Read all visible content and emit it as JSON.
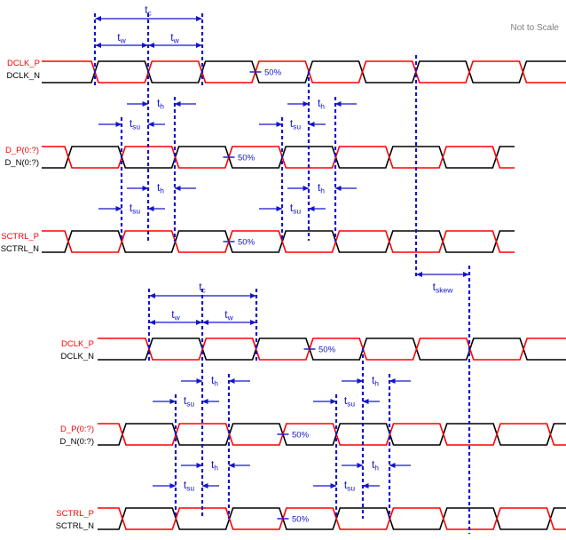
{
  "note": "Not to Scale",
  "colors": {
    "signal_p": "#ff0000",
    "signal_n": "#000000",
    "annotation_blue": "#1414cc",
    "muted_text": "#808080",
    "background": "#ffffff"
  },
  "timing": {
    "tc": {
      "base": "t",
      "sub": "c"
    },
    "tw": {
      "base": "t",
      "sub": "w"
    },
    "th": {
      "base": "t",
      "sub": "h"
    },
    "tsu": {
      "base": "t",
      "sub": "su"
    },
    "tskew": {
      "base": "t",
      "sub": "skew"
    },
    "fifty_percent": "50%"
  },
  "sections": [
    {
      "id": "upper",
      "signals": [
        {
          "p_label": "DCLK_P",
          "n_label": "DCLK_N"
        },
        {
          "p_label": "D_P(0:?)",
          "n_label": "D_N(0:?)"
        },
        {
          "p_label": "SCTRL_P",
          "n_label": "SCTRL_N"
        }
      ]
    },
    {
      "id": "lower",
      "signals": [
        {
          "p_label": "DCLK_P",
          "n_label": "DCLK_N"
        },
        {
          "p_label": "D_P(0:?)",
          "n_label": "D_N(0:?)"
        },
        {
          "p_label": "SCTRL_P",
          "n_label": "SCTRL_N"
        }
      ]
    }
  ]
}
